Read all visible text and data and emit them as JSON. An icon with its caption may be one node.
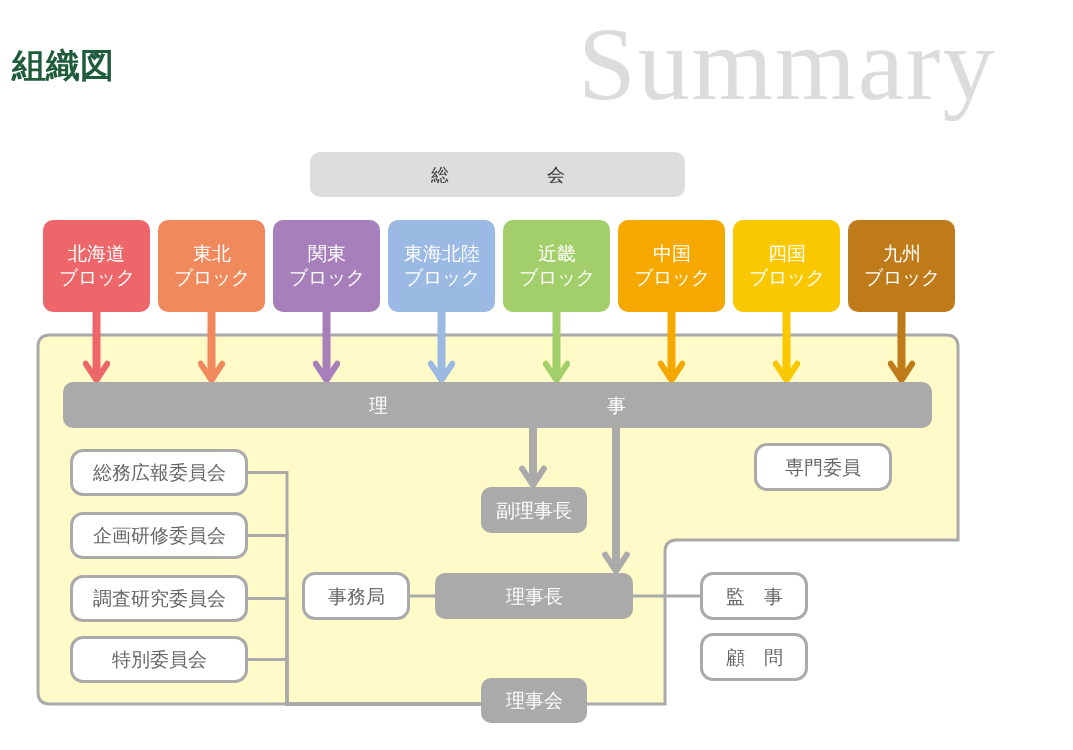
{
  "diagram": {
    "title": "組織図",
    "nodes": [
      {
        "text": [
          "総　会"
        ]
      },
      {
        "text": [
          "北海道",
          "ブロック"
        ]
      },
      {
        "text": [
          "東北",
          "ブロック"
        ]
      },
      {
        "text": [
          "関東",
          "ブロック"
        ]
      },
      {
        "text": [
          "東海北陸",
          "ブロック"
        ]
      },
      {
        "text": [
          "近畿",
          "ブロック"
        ]
      },
      {
        "text": [
          "中国",
          "ブロック"
        ]
      },
      {
        "text": [
          "四国",
          "ブロック"
        ]
      },
      {
        "text": [
          "九州",
          "ブロック"
        ]
      },
      {
        "text": [
          "理　事"
        ]
      },
      {
        "text": [
          "総務広報委員会"
        ]
      },
      {
        "text": [
          "企画研修委員会"
        ]
      },
      {
        "text": [
          "調査研究委員会"
        ]
      },
      {
        "text": [
          "特別委員会"
        ]
      },
      {
        "text": [
          "副理事長"
        ]
      },
      {
        "text": [
          "専門委員"
        ]
      },
      {
        "text": [
          "事務局"
        ]
      },
      {
        "text": [
          "理事長"
        ]
      },
      {
        "text": [
          "監　事"
        ]
      },
      {
        "text": [
          "顧　問"
        ]
      },
      {
        "text": [
          "理事会"
        ]
      }
    ],
    "edges": [
      {
        "from": 1,
        "to": 9,
        "arrow": "to",
        "color": "#ed6669"
      },
      {
        "from": 2,
        "to": 9,
        "arrow": "to",
        "color": "#f08a5d"
      },
      {
        "from": 3,
        "to": 9,
        "arrow": "to",
        "color": "#a67fbb"
      },
      {
        "from": 4,
        "to": 9,
        "arrow": "to",
        "color": "#9ab9e3"
      },
      {
        "from": 5,
        "to": 9,
        "arrow": "to",
        "color": "#a3cf6b"
      },
      {
        "from": 6,
        "to": 9,
        "arrow": "to",
        "color": "#f5a800"
      },
      {
        "from": 7,
        "to": 9,
        "arrow": "to",
        "color": "#fac800"
      },
      {
        "from": 8,
        "to": 9,
        "arrow": "to",
        "color": "#bf7b1a"
      },
      {
        "from": 9,
        "to": 14,
        "arrow": "to"
      },
      {
        "from": 9,
        "to": 17,
        "arrow": "to"
      },
      {
        "from": 10,
        "to": 20,
        "arrow": "none"
      },
      {
        "from": 11,
        "to": 20,
        "arrow": "none"
      },
      {
        "from": 12,
        "to": 20,
        "arrow": "none"
      },
      {
        "from": 13,
        "to": 20,
        "arrow": "none"
      },
      {
        "from": 16,
        "to": 17,
        "arrow": "none"
      },
      {
        "from": 17,
        "to": 18,
        "arrow": "none"
      }
    ],
    "labels": [
      "Summary"
    ]
  }
}
